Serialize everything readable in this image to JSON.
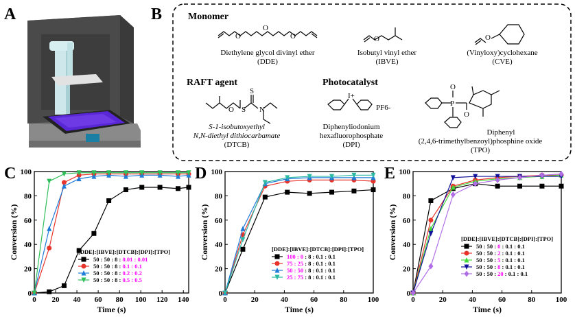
{
  "panels": {
    "A": "A",
    "B": "B",
    "C": "C",
    "D": "D",
    "E": "E"
  },
  "scheme": {
    "monomer_heading": "Monomer",
    "raft_heading": "RAFT agent",
    "photocat_heading": "Photocatalyst",
    "monomers": [
      {
        "name": "Diethylene glycol divinyl ether",
        "abbr": "(DDE)"
      },
      {
        "name": "Isobutyl vinyl ether",
        "abbr": "(IBVE)"
      },
      {
        "name": "(Vinyloxy)cyclohexane",
        "abbr": "(CVE)"
      }
    ],
    "raft": {
      "line1": "S-1-isobutoxyethyl",
      "line2": "N,N-diethyl dithiocarbamate",
      "abbr": "(DTCB)"
    },
    "dpi": {
      "line1": "Diphenyliodonium",
      "line2": "hexafluorophosphate",
      "abbr": "(DPI)",
      "counterion": "PF6-",
      "cation": "I+"
    },
    "tpo": {
      "line1": "Diphenyl",
      "line2": "(2,4,6-trimethylbenzoyl)phosphine oxide",
      "abbr": "(TPO)"
    }
  },
  "colors": {
    "black": "#000000",
    "red": "#e8342a",
    "blue": "#1f7bd8",
    "green": "#2fbf5a",
    "teal": "#2cb9a4",
    "magenta": "#d91fd0",
    "navy": "#10109a",
    "lime": "#44d93a",
    "violet": "#b06ee6",
    "highlight": "#ff00ff"
  },
  "chart_data": [
    {
      "id": "C",
      "type": "line",
      "xlabel": "Time (s)",
      "ylabel": "Conversion (%)",
      "xlim": [
        0,
        145
      ],
      "ylim": [
        0,
        100
      ],
      "xticks": [
        0,
        20,
        40,
        60,
        80,
        100,
        120,
        140
      ],
      "yticks": [
        0,
        20,
        40,
        60,
        80,
        100
      ],
      "legend_title": "[DDE]:[IBVE]:[DTCB]:[DPI]:[TPO]",
      "legend_prefix": "50 : 50 : 8 : ",
      "series": [
        {
          "name": "0.01 : 0.01",
          "color": "#000000",
          "marker": "square",
          "x": [
            0,
            14,
            28,
            42,
            56,
            70,
            86,
            101,
            118,
            135,
            145
          ],
          "y": [
            0,
            1,
            6,
            35,
            49,
            76,
            85,
            87,
            87,
            86,
            87
          ]
        },
        {
          "name": "0.1 : 0.1",
          "color": "#e8342a",
          "marker": "circle",
          "x": [
            0,
            14,
            28,
            42,
            56,
            70,
            86,
            101,
            118,
            135,
            145
          ],
          "y": [
            0,
            37,
            91,
            97,
            98,
            98,
            98,
            98,
            98,
            98,
            98
          ]
        },
        {
          "name": "0.2 : 0.2",
          "color": "#1f7bd8",
          "marker": "triangle",
          "x": [
            0,
            14,
            28,
            42,
            56,
            70,
            86,
            101,
            118,
            135,
            145
          ],
          "y": [
            0,
            53,
            88,
            94,
            96,
            97,
            96,
            97,
            97,
            96,
            97
          ]
        },
        {
          "name": "0.5 : 0.5",
          "color": "#2fbf5a",
          "marker": "triangle-down",
          "x": [
            0,
            14,
            28,
            42,
            56,
            70,
            86,
            101,
            118,
            135,
            145
          ],
          "y": [
            0,
            92,
            98,
            99,
            99,
            99,
            99,
            99,
            99,
            99,
            99
          ]
        }
      ]
    },
    {
      "id": "D",
      "type": "line",
      "xlabel": "Time (s)",
      "ylabel": "Conversion (%)",
      "xlim": [
        0,
        100
      ],
      "ylim": [
        0,
        100
      ],
      "xticks": [
        0,
        20,
        40,
        60,
        80,
        100
      ],
      "yticks": [
        0,
        20,
        40,
        60,
        80,
        100
      ],
      "legend_title": "[DDE]:[IBVE]:[DTCB]:[DPI]:[TPO]",
      "legend_suffix": " : 8 : 0.1 : 0.1",
      "series": [
        {
          "name": "100 : 0",
          "color": "#000000",
          "marker": "square",
          "x": [
            0,
            12,
            27,
            42,
            57,
            72,
            87,
            100
          ],
          "y": [
            0,
            36,
            79,
            83,
            82,
            83,
            84,
            85
          ]
        },
        {
          "name": "75 : 25",
          "color": "#e8342a",
          "marker": "circle",
          "x": [
            0,
            12,
            27,
            42,
            57,
            72,
            87,
            100
          ],
          "y": [
            0,
            48,
            88,
            92,
            93,
            93,
            93,
            92
          ]
        },
        {
          "name": "50 : 50",
          "color": "#1f7bd8",
          "marker": "triangle",
          "x": [
            0,
            12,
            27,
            42,
            57,
            72,
            87,
            100
          ],
          "y": [
            0,
            53,
            90,
            94,
            95,
            95,
            95,
            95
          ]
        },
        {
          "name": "25 : 75",
          "color": "#2cb9a4",
          "marker": "triangle-down",
          "x": [
            0,
            12,
            27,
            42,
            57,
            72,
            87,
            100
          ],
          "y": [
            0,
            44,
            91,
            95,
            96,
            96,
            97,
            97
          ]
        }
      ]
    },
    {
      "id": "E",
      "type": "line",
      "xlabel": "Time (s)",
      "ylabel": "Conversion (%)",
      "xlim": [
        0,
        100
      ],
      "ylim": [
        0,
        100
      ],
      "xticks": [
        0,
        20,
        40,
        60,
        80,
        100
      ],
      "yticks": [
        0,
        20,
        40,
        60,
        80,
        100
      ],
      "legend_title": "[DDE]:[IBVE]:[DTCB]:[DPI]:[TPO]",
      "legend_prefix": "50 : 50 : ",
      "legend_suffix": " : 0.1 : 0.1",
      "series": [
        {
          "name": "0",
          "color": "#000000",
          "marker": "square",
          "x": [
            0,
            12,
            27,
            42,
            57,
            72,
            87,
            100
          ],
          "y": [
            0,
            76,
            86,
            90,
            88,
            88,
            88,
            88
          ]
        },
        {
          "name": "2",
          "color": "#e8342a",
          "marker": "circle",
          "x": [
            0,
            12,
            27,
            42,
            57,
            72,
            87,
            100
          ],
          "y": [
            0,
            60,
            88,
            93,
            95,
            96,
            97,
            97
          ]
        },
        {
          "name": "5",
          "color": "#44d93a",
          "marker": "triangle",
          "x": [
            0,
            12,
            27,
            42,
            57,
            72,
            87,
            100
          ],
          "y": [
            0,
            53,
            87,
            92,
            94,
            95,
            96,
            97
          ]
        },
        {
          "name": "8",
          "color": "#10109a",
          "marker": "triangle-down",
          "x": [
            0,
            12,
            27,
            42,
            57,
            72,
            87,
            100
          ],
          "y": [
            0,
            49,
            95,
            96,
            96,
            96,
            96,
            96
          ]
        },
        {
          "name": "20",
          "color": "#b06ee6",
          "marker": "diamond",
          "x": [
            0,
            12,
            27,
            42,
            57,
            72,
            87,
            100
          ],
          "y": [
            0,
            22,
            81,
            90,
            93,
            95,
            97,
            98
          ]
        }
      ]
    }
  ]
}
